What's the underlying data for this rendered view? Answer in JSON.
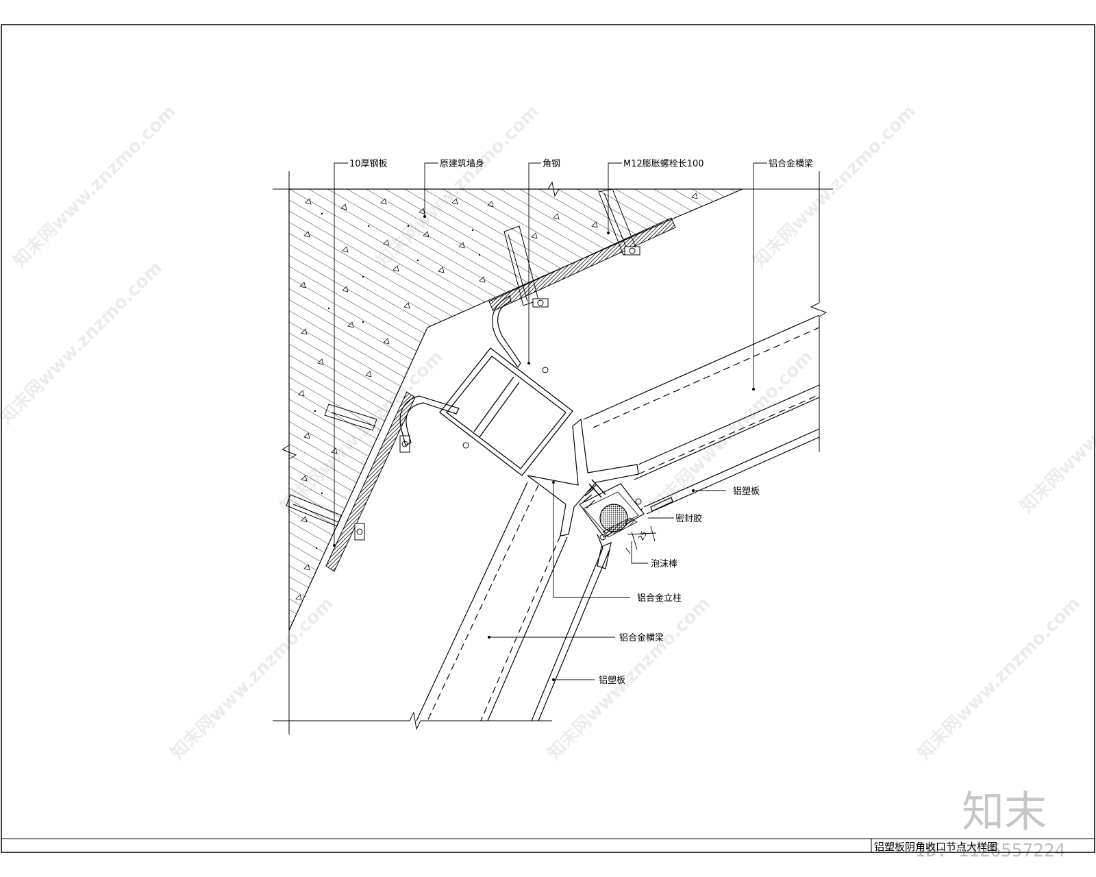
{
  "labels": {
    "steel_plate": "10厚钢板",
    "original_wall": "原建筑墙身",
    "angle_steel": "角钢",
    "expansion_bolt": "M12膨胀螺栓长100",
    "al_beam_upper": "铝合金横梁",
    "acp_right": "铝塑板",
    "sealant": "密封胶",
    "foam_rod": "泡沫棒",
    "al_column": "铝合金立柱",
    "al_beam_lower": "铝合金横梁",
    "acp_lower": "铝塑板"
  },
  "dimension": "25",
  "title_block": {
    "title": "铝塑板阴角收口节点大样图"
  },
  "watermark": {
    "site": "知末网www.znzmo.com",
    "logo": "知末",
    "id": "ID: 1126557224"
  }
}
